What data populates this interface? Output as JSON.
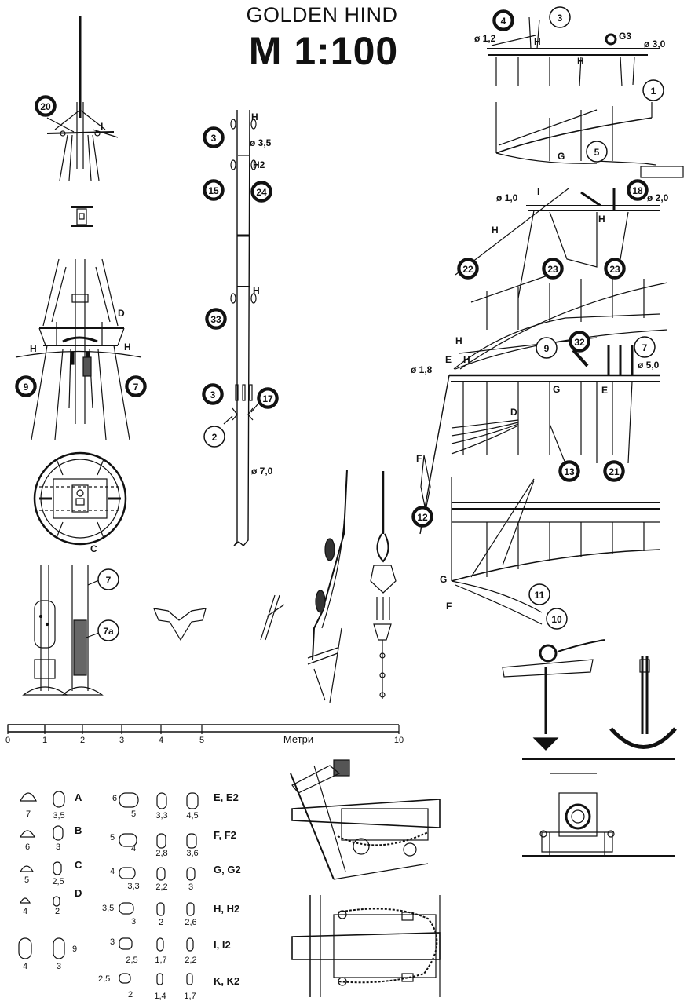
{
  "title": "GOLDEN HIND",
  "scale": "M 1:100",
  "dims": {
    "d12": "ø 1,2",
    "d30": "ø 3,0",
    "d35": "ø 3,5",
    "d10": "ø 1,0",
    "d20": "ø 2,0",
    "d18": "ø 1,8",
    "d50": "ø 5,0",
    "d70": "ø 7,0"
  },
  "letters": {
    "H": "H",
    "H2": "H2",
    "G3": "G3",
    "G": "G",
    "I": "I",
    "D": "D",
    "E": "E",
    "F": "F",
    "C": "C"
  },
  "callouts": {
    "c1": "1",
    "c2": "2",
    "c3": "3",
    "c4": "4",
    "c5": "5",
    "c7": "7",
    "c7a": "7a",
    "c9": "9",
    "c10": "10",
    "c11": "11",
    "c12": "12",
    "c13": "13",
    "c15": "15",
    "c17": "17",
    "c18": "18",
    "c20": "20",
    "c21": "21",
    "c22": "22",
    "c23": "23",
    "c24": "24",
    "c32": "32",
    "c33": "33"
  },
  "scale_bar": {
    "unit": "Метри",
    "ticks": [
      "0",
      "1",
      "2",
      "3",
      "4",
      "5",
      "10"
    ]
  },
  "key_blocks": {
    "col1": [
      {
        "letter": "A",
        "w1": "7",
        "w2": "3,5"
      },
      {
        "letter": "B",
        "w1": "6",
        "w2": "3"
      },
      {
        "letter": "C",
        "w1": "5",
        "w2": "2,5"
      },
      {
        "letter": "D",
        "w1": "4",
        "w2": "2"
      }
    ],
    "plain": {
      "w1": "4",
      "w2": "3",
      "h": "9"
    },
    "col2": [
      {
        "letter": "E, E2",
        "h": "6",
        "w1": "5",
        "w2": "3,3",
        "w3": "4,5"
      },
      {
        "letter": "F, F2",
        "h": "5",
        "w1": "4",
        "w2": "2,8",
        "w3": "3,6"
      },
      {
        "letter": "G, G2",
        "h": "4",
        "w1": "3,3",
        "w2": "2,2",
        "w3": "3"
      },
      {
        "letter": "H, H2",
        "h": "3,5",
        "w1": "3",
        "w2": "2",
        "w3": "2,6"
      },
      {
        "letter": "I, I2",
        "h": "3",
        "w1": "2,5",
        "w2": "1,7",
        "w3": "2,2"
      },
      {
        "letter": "K, K2",
        "h": "2,5",
        "w1": "2",
        "w2": "1,4",
        "w3": "1,7"
      }
    ]
  }
}
